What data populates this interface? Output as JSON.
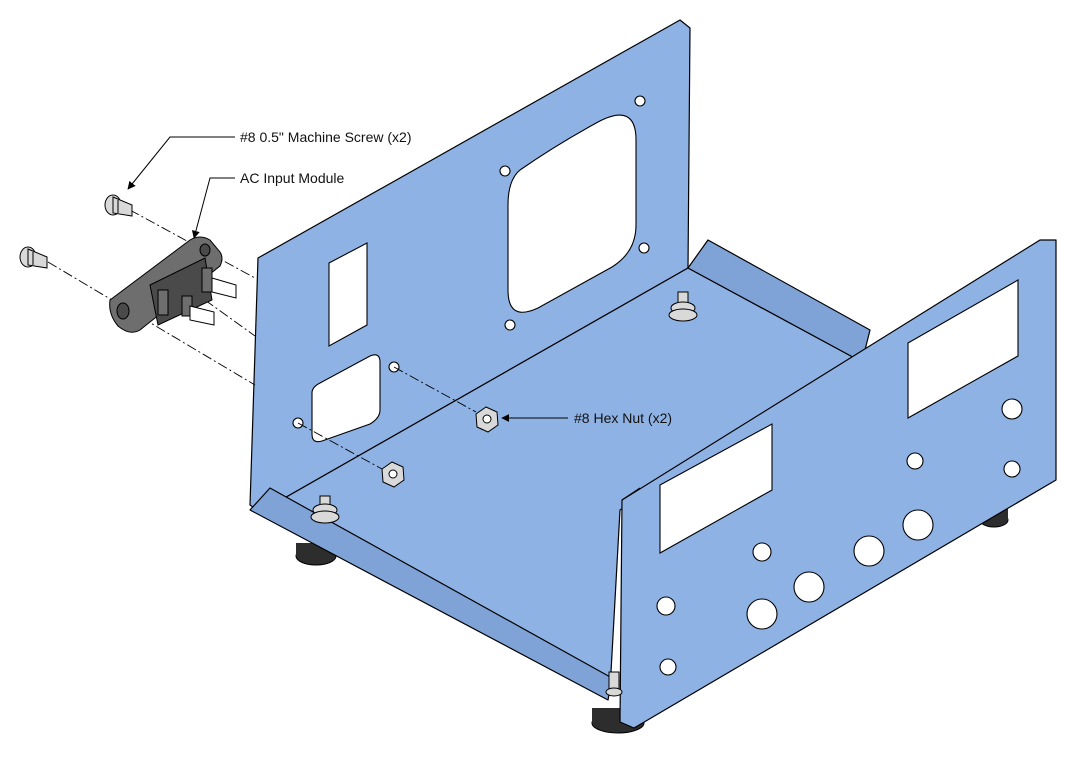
{
  "callouts": {
    "machine_screw": "#8 0.5\" Machine Screw (x2)",
    "ac_module": "AC Input Module",
    "hex_nut": "#8 Hex Nut (x2)"
  },
  "colors": {
    "chassis": "#8fb2e4",
    "chassis_shade": "#7fa3d6",
    "module": "#6e6e6e",
    "module_dark": "#4a4a4a",
    "hardware": "#d9d9d9",
    "foot": "#2d2d2d"
  }
}
